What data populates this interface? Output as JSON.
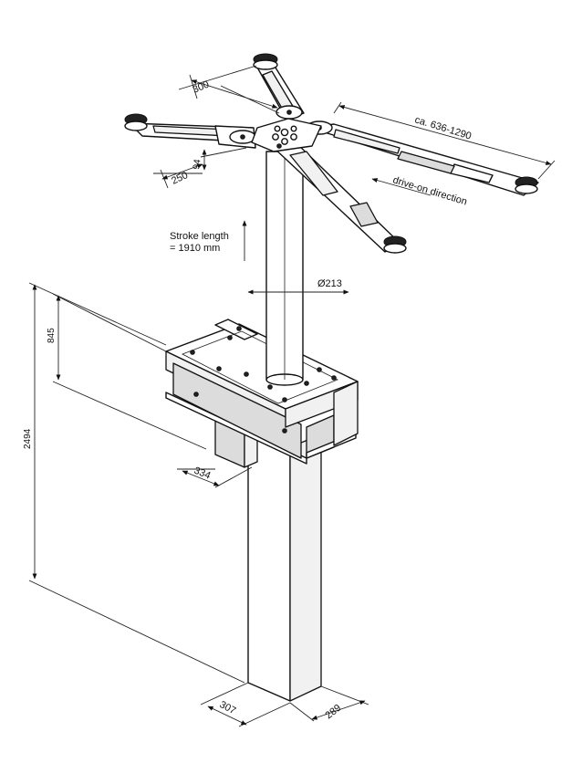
{
  "dimensions": {
    "arm_width_top": "300",
    "arm_range": "ca. 636-1290",
    "arm_height": "94",
    "arm_width_left": "250",
    "piston_diameter": "Ø213",
    "frame_height": "845",
    "total_height": "2494",
    "bracket_depth": "334",
    "base_width": "307",
    "base_depth": "289"
  },
  "labels": {
    "stroke_line1": "Stroke length",
    "stroke_line2": "= 1910 mm",
    "drive_on": "drive-on direction"
  }
}
